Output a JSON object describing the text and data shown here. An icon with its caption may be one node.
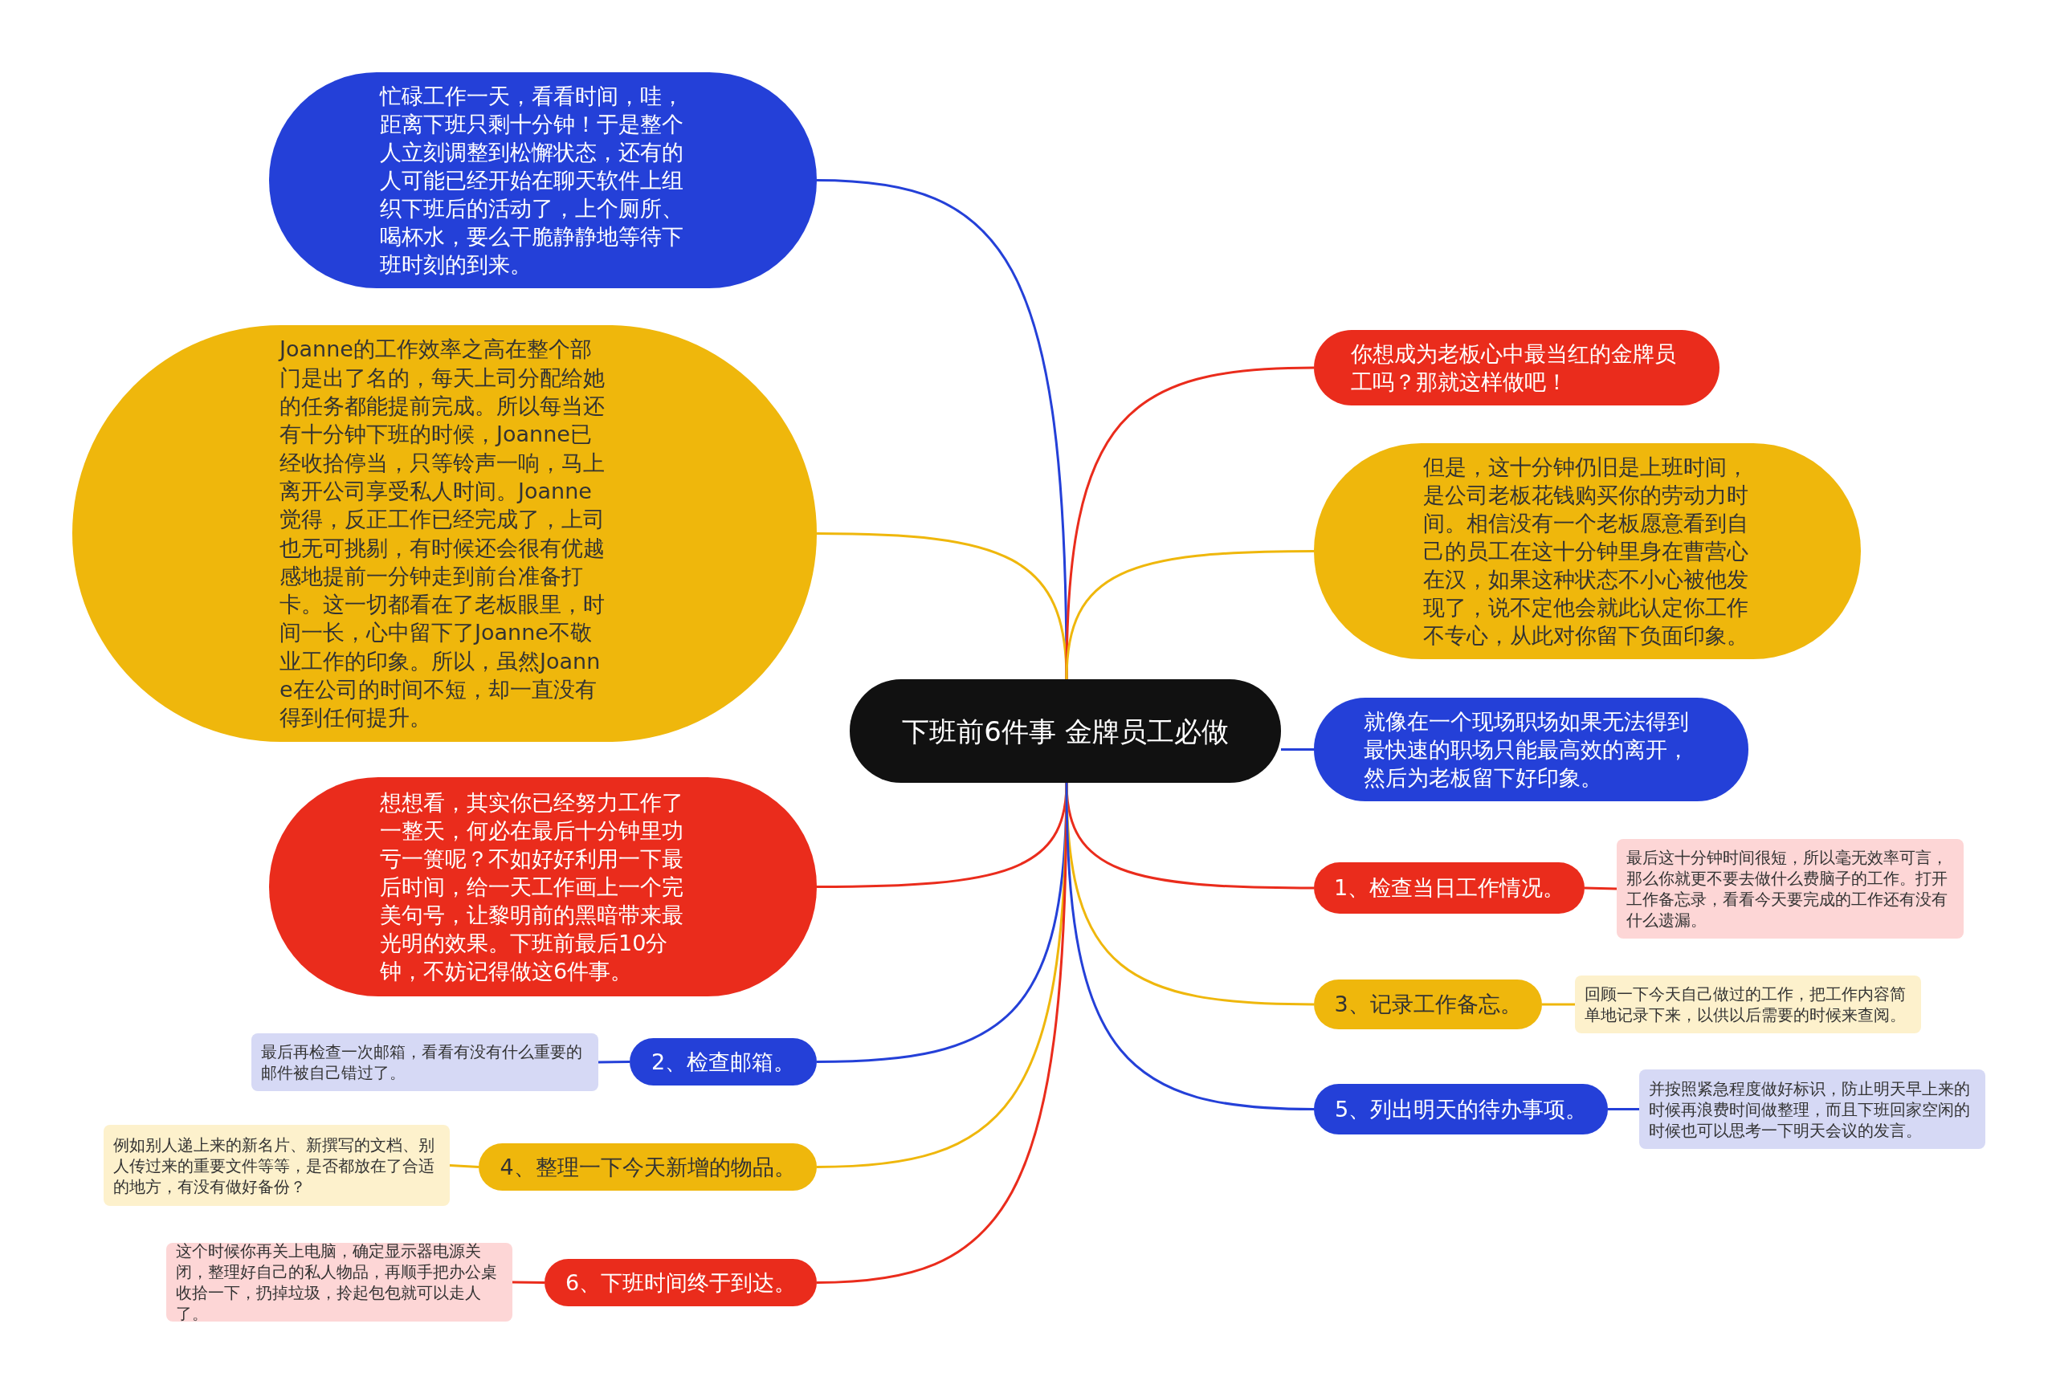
{
  "diagram": {
    "nodes": [
      {
        "text": [
          "下班前6件事 金牌员工必做"
        ]
      },
      {
        "text": [
          "忙碌工作一天，看看时间，哇，距离下班只剩十分钟！于是整个人立刻调整到松懈状态，还有的人可能已经开始在聊天软件上组织下班后的活动了，上个厕所、喝杯水，要么干脆静静地等待下班时刻的到来。"
        ]
      },
      {
        "text": [
          "Joanne的工作效率之高在整个部门是出了名的，每天上司分配给她的任务都能提前完成。所以每当还有十分钟下班的时候，Joanne已经收拾停当，只等铃声一响，马上离开公司享受私人时间。Joanne觉得，反正工作已经完成了，上司也无可挑剔，有时候还会很有优越感地提前一分钟走到前台准备打卡。这一切都看在了老板眼里，时间一长，心中留下了Joanne不敬业工作的印象。所以，虽然Joanne在公司的时间不短，却一直没有得到任何提升。"
        ]
      },
      {
        "text": [
          "想想看，其实你已经努力工作了一整天，何必在最后十分钟里功亏一篑呢？不如好好利用一下最后时间，给一天工作画上一个完美句号，让黎明前的黑暗带来最光明的效果。下班前最后10分钟，不妨记得做这6件事。"
        ]
      },
      {
        "text": [
          "2、检查邮箱。"
        ]
      },
      {
        "text": [
          "最后再检查一次邮箱，看看有没有什么重要的邮件被自己错过了。"
        ]
      },
      {
        "text": [
          "4、整理一下今天新增的物品。"
        ]
      },
      {
        "text": [
          "例如别人递上来的新名片、新撰写的文档、别人传过来的重要文件等等，是否都放在了合适的地方，有没有做好备份？"
        ]
      },
      {
        "text": [
          "6、下班时间终于到达。"
        ]
      },
      {
        "text": [
          "这个时候你再关上电脑，确定显示器电源关闭，整理好自己的私人物品，再顺手把办公桌收拾一下，扔掉垃圾，拎起包包就可以走人了。"
        ]
      },
      {
        "text": [
          "你想成为老板心中最当红的金牌员工吗？那就这样做吧！"
        ]
      },
      {
        "text": [
          "但是，这十分钟仍旧是上班时间，是公司老板花钱购买你的劳动力时间。相信没有一个老板愿意看到自己的员工在这十分钟里身在曹营心在汉，如果这种状态不小心被他发现了，说不定他会就此认定你工作不专心，从此对你留下负面印象。"
        ]
      },
      {
        "text": [
          "就像在一个现场职场如果无法得到最快速的职场只能最高效的离开，然后为老板留下好印象。"
        ]
      },
      {
        "text": [
          "1、检查当日工作情况。"
        ]
      },
      {
        "text": [
          "最后这十分钟时间很短，所以毫无效率可言，那么你就更不要去做什么费脑子的工作。打开工作备忘录，看看今天要完成的工作还有没有什么遗漏。"
        ]
      },
      {
        "text": [
          "3、记录工作备忘。"
        ]
      },
      {
        "text": [
          "回顾一下今天自己做过的工作，把工作内容简单地记录下来，以供以后需要的时候来查阅。"
        ]
      },
      {
        "text": [
          "5、列出明天的待办事项。"
        ]
      },
      {
        "text": [
          "并按照紧急程度做好标识，防止明天早上来的时候再浪费时间做整理，而且下班回家空闲的时候也可以思考一下明天会议的发言。"
        ]
      }
    ],
    "edges": [
      {
        "from": 0,
        "to": 1,
        "arrow": "none",
        "color": "#2440d8"
      },
      {
        "from": 0,
        "to": 2,
        "arrow": "none",
        "color": "#efb70c"
      },
      {
        "from": 0,
        "to": 3,
        "arrow": "none",
        "color": "#ea2c1c"
      },
      {
        "from": 0,
        "to": 4,
        "arrow": "none",
        "color": "#2440d8"
      },
      {
        "from": 4,
        "to": 5,
        "arrow": "none",
        "color": "#2440d8"
      },
      {
        "from": 0,
        "to": 6,
        "arrow": "none",
        "color": "#efb70c"
      },
      {
        "from": 6,
        "to": 7,
        "arrow": "none",
        "color": "#efb70c"
      },
      {
        "from": 0,
        "to": 8,
        "arrow": "none",
        "color": "#ea2c1c"
      },
      {
        "from": 8,
        "to": 9,
        "arrow": "none",
        "color": "#ea2c1c"
      },
      {
        "from": 0,
        "to": 10,
        "arrow": "none",
        "color": "#ea2c1c"
      },
      {
        "from": 0,
        "to": 11,
        "arrow": "none",
        "color": "#efb70c"
      },
      {
        "from": 0,
        "to": 12,
        "arrow": "none",
        "color": "#2440d8"
      },
      {
        "from": 0,
        "to": 13,
        "arrow": "none",
        "color": "#ea2c1c"
      },
      {
        "from": 13,
        "to": 14,
        "arrow": "none",
        "color": "#ea2c1c"
      },
      {
        "from": 0,
        "to": 15,
        "arrow": "none",
        "color": "#efb70c"
      },
      {
        "from": 15,
        "to": 16,
        "arrow": "none",
        "color": "#efb70c"
      },
      {
        "from": 0,
        "to": 17,
        "arrow": "none",
        "color": "#2440d8"
      },
      {
        "from": 17,
        "to": 18,
        "arrow": "none",
        "color": "#2440d8"
      }
    ]
  }
}
